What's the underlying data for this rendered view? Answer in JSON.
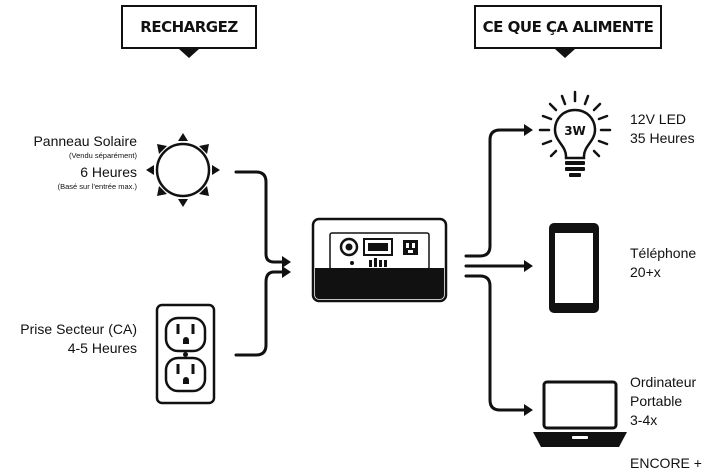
{
  "headers": {
    "recharge": "RECHARGEZ",
    "powers": "CE QUE ÇA ALIMENTE"
  },
  "sources": {
    "solar": {
      "title": "Panneau Solaire",
      "note": "(Vendu séparément)",
      "time": "6 Heures",
      "basis": "(Basé sur l'entrée max.)"
    },
    "outlet": {
      "title": "Prise Secteur (CA)",
      "time": "4-5 Heures"
    }
  },
  "outputs": {
    "led": {
      "line1": "12V LED",
      "line2": "35 Heures",
      "bulb_label": "3W"
    },
    "phone": {
      "line1": "Téléphone",
      "line2": "20+x"
    },
    "laptop": {
      "line1": "Ordinateur",
      "line2": "Portable",
      "line3": "3-4x"
    },
    "more": "ENCORE +"
  },
  "icons": [
    "sun-icon",
    "outlet-icon",
    "power-station-icon",
    "bulb-icon",
    "phone-icon",
    "laptop-icon"
  ]
}
